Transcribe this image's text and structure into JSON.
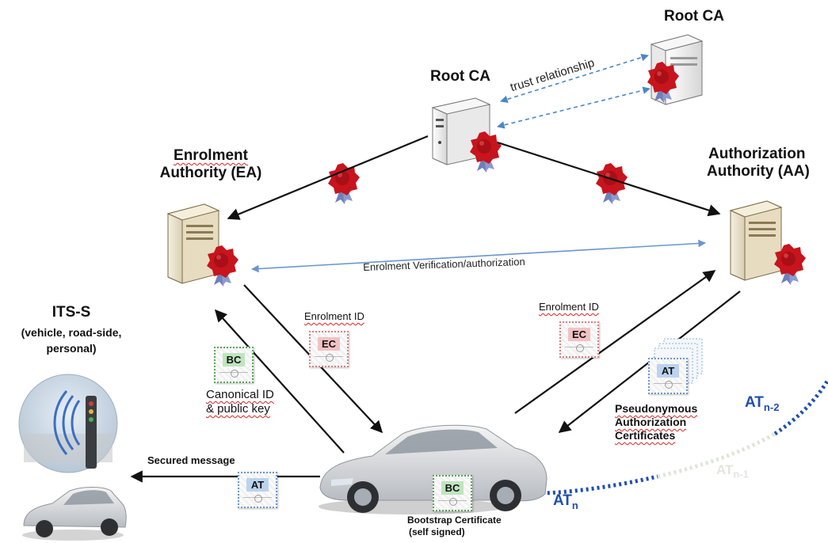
{
  "nodes": {
    "root_ca_top": "Root CA",
    "root_ca_center": "Root CA",
    "trust": "trust relationship",
    "ea_line1": "Enrolment",
    "ea_line2": "Authority (EA)",
    "aa_line1": "Authorization",
    "aa_line2": "Authority (AA)",
    "its_s_title": "ITS-S",
    "its_s_line1": "(vehicle, road-side,",
    "its_s_line2": "personal)"
  },
  "labels": {
    "ea_aa_link": "Enrolment Verification/authorization",
    "enrolment_id_left": "Enrolment ID",
    "enrolment_id_right": "Enrolment ID",
    "canonical_line1": "Canonical ID",
    "canonical_line2": "& public key",
    "pseudo_line1": "Pseudonymous",
    "pseudo_line2": "Authorization",
    "pseudo_line3": "Certificates",
    "secured_message": "Secured message",
    "bootstrap_line1": "Bootstrap Certificate",
    "bootstrap_line2": "(self signed)"
  },
  "certificates": {
    "bc_left": "BC",
    "ec_left": "EC",
    "ec_right": "EC",
    "at_stack": "AT",
    "at_message": "AT",
    "bc_car": "BC"
  },
  "at_sequence": {
    "at_n_base": "AT",
    "at_n_sub": "n",
    "at_n1_base": "AT",
    "at_n1_sub": "n-1",
    "at_n2_base": "AT",
    "at_n2_sub": "n-2"
  },
  "colors": {
    "arrow": "#111111",
    "trust_arrow": "#4a86c8",
    "link_arrow": "#6a95cf",
    "seal": "#c8141c",
    "at_dots_strong": "#1f4fae",
    "at_dots_faded": "#dfe4d8"
  },
  "icons": [
    "server-icon",
    "wax-seal-icon",
    "car-icon",
    "roadside-unit-icon",
    "certificate-icon"
  ]
}
